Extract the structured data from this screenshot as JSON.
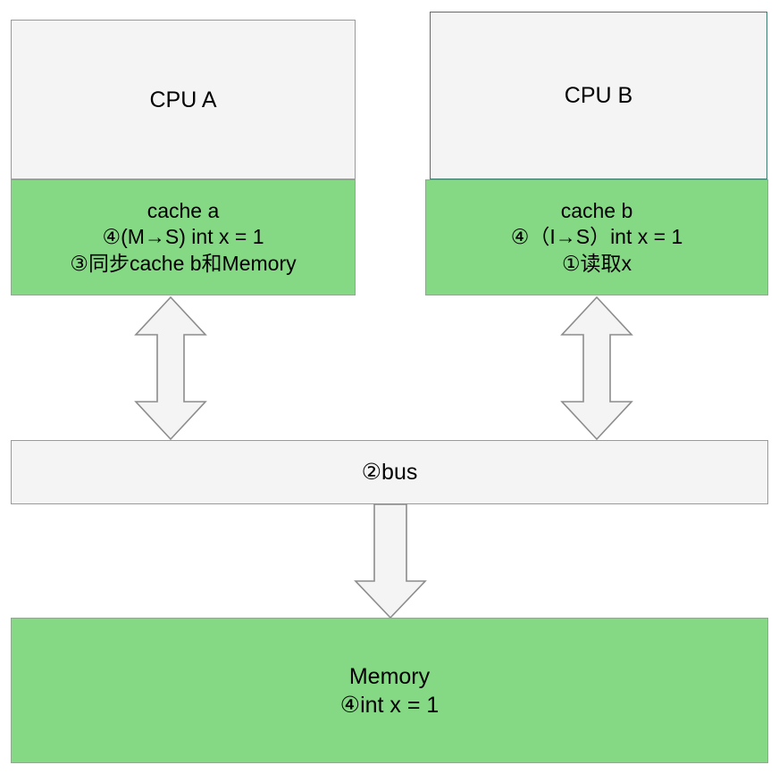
{
  "diagram": {
    "title": "MESI cache coherence protocol diagram",
    "colors": {
      "cache_green": "#85d884",
      "box_grey": "#f4f4f4",
      "border_grey": "#9a9a9a",
      "border_teal": "#3d7d70",
      "arrow_fill": "#f4f4f4",
      "arrow_stroke": "#8c8c8c"
    },
    "cpu_a": {
      "title": "CPU A",
      "cache": {
        "name": "cache a",
        "lines": [
          "④(M→S) int x = 1",
          "③同步cache b和Memory"
        ]
      }
    },
    "cpu_b": {
      "title": "CPU B",
      "cache": {
        "name": "cache b",
        "lines": [
          "④（I→S）int x = 1",
          "①读取x"
        ]
      }
    },
    "bus": {
      "label": "②bus"
    },
    "memory": {
      "title": "Memory",
      "lines": [
        "④int x = 1"
      ]
    },
    "connectors": [
      {
        "name": "cache-a-to-bus",
        "type": "double-arrow-vertical"
      },
      {
        "name": "cache-b-to-bus",
        "type": "double-arrow-vertical"
      },
      {
        "name": "bus-to-memory",
        "type": "arrow-down"
      }
    ]
  }
}
